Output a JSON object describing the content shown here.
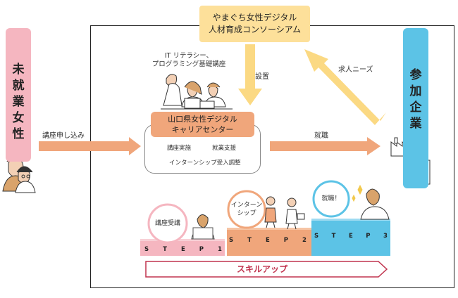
{
  "left_actor": {
    "chars": [
      "未",
      "就",
      "業",
      "女",
      "性"
    ]
  },
  "right_actor": {
    "chars": [
      "参",
      "加",
      "企",
      "業"
    ]
  },
  "consortium": {
    "line1": "やまぐち女性デジタル",
    "line2": "人材育成コンソーシアム"
  },
  "course_caption": {
    "line1": "IT リテラシー、",
    "line2": "プログラミング基礎講座"
  },
  "arrows": {
    "setup": "設置",
    "job_needs": "求人ニーズ",
    "apply": "講座申し込み",
    "employment": "就職"
  },
  "center": {
    "title1": "山口県女性デジタル",
    "title2": "キャリアセンター",
    "item1": "講座実施",
    "item2": "就業支援",
    "item3": "インターンシップ受入調整"
  },
  "steps": [
    {
      "bubble": "講座受講",
      "label": "S T E P 1",
      "letters": [
        "S",
        "T",
        "E",
        "P",
        "1"
      ]
    },
    {
      "bubble1": "インターン",
      "bubble2": "シップ",
      "label": "S T E P 2",
      "letters": [
        "S",
        "T",
        "E",
        "P",
        "2"
      ]
    },
    {
      "bubble": "就職！",
      "label": "S T E P 3",
      "letters": [
        "S",
        "T",
        "E",
        "P",
        "3"
      ]
    }
  ],
  "skill_up": "スキルアップ",
  "colors": {
    "pink": "#f5b6c0",
    "blue": "#5cc3e6",
    "yellow": "#fde09a",
    "orange": "#f0a67b",
    "skill_red": "#c0334e"
  }
}
